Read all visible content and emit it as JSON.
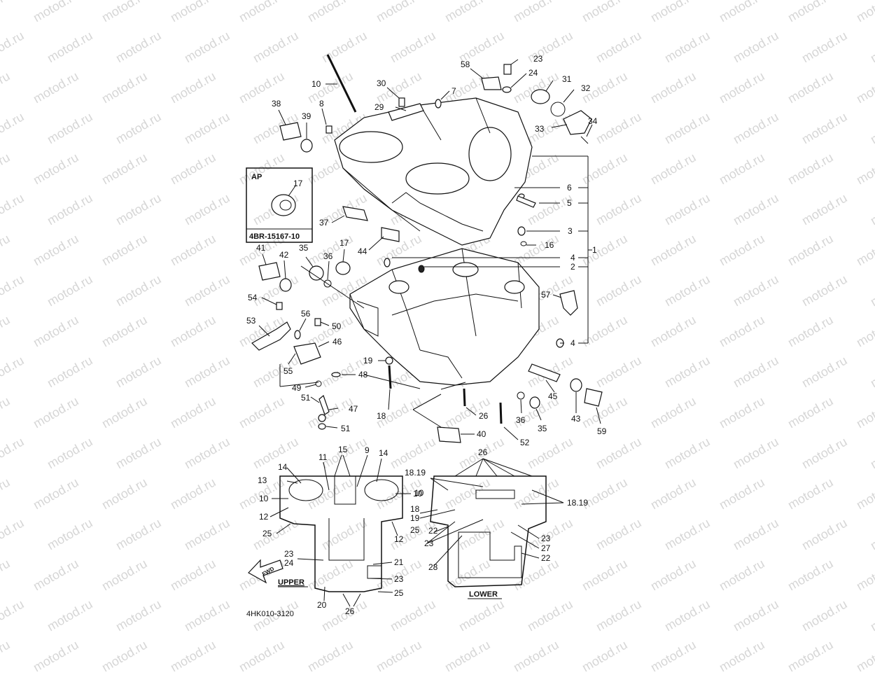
{
  "watermark": "motod.ru",
  "inset": {
    "title": "AP",
    "part": "17",
    "code": "4BR-15167-10"
  },
  "figure_code": "4HK010-3120",
  "views": {
    "upper": "UPPER",
    "lower": "LOWER",
    "fwd": "FWD"
  },
  "callouts": {
    "c10": "10",
    "c38": "38",
    "c39": "39",
    "c8": "8",
    "c30": "30",
    "c29": "29",
    "c7": "7",
    "c58": "58",
    "c23a": "23",
    "c24a": "24",
    "c31": "31",
    "c32": "32",
    "c33": "33",
    "c34": "34",
    "c6": "6",
    "c5": "5",
    "c3": "3",
    "c16": "16",
    "c4a": "4",
    "c2": "2",
    "c1": "1",
    "c4b": "4",
    "c37": "37",
    "c44": "44",
    "c41": "41",
    "c42": "42",
    "c35a": "35",
    "c36a": "36",
    "c17b": "17",
    "c57": "57",
    "c54": "54",
    "c56": "56",
    "c50": "50",
    "c53": "53",
    "c46": "46",
    "c55": "55",
    "c19": "19",
    "c48": "48",
    "c49": "49",
    "c18": "18",
    "c51a": "51",
    "c47": "47",
    "c51b": "51",
    "c45": "45",
    "c26": "26",
    "c36b": "36",
    "c35b": "35",
    "c43": "43",
    "c59": "59",
    "c40": "40",
    "c52": "52"
  },
  "upper_labels": {
    "u14a": "14",
    "u11": "11",
    "u15": "15",
    "u9": "9",
    "u14b": "14",
    "u13": "13",
    "u10a": "10",
    "u10b": "10",
    "u12a": "12",
    "u25a": "25",
    "u12b": "12",
    "u23a": "23",
    "u24": "24",
    "u21": "21",
    "u23b": "23",
    "u20": "20",
    "u26": "26",
    "u25b": "25"
  },
  "lower_labels": {
    "l26": "26",
    "l1819a": "18.19",
    "l10": "10",
    "l1819b": "18.19",
    "l18": "18",
    "l19": "19",
    "l22a": "22",
    "l25": "25",
    "l23a": "23",
    "l23b": "23",
    "l27": "27",
    "l22b": "22",
    "l28": "28"
  }
}
